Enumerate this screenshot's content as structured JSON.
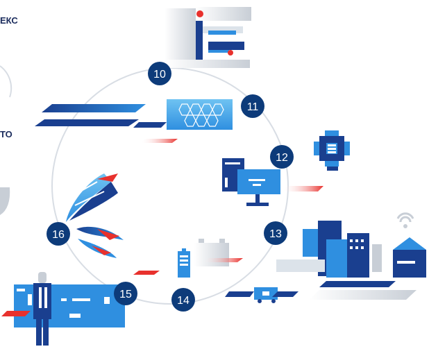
{
  "labels": {
    "top_left": "ЕКС",
    "mid_left": "ТО"
  },
  "steps": [
    {
      "number": "10",
      "icon": "medical-equipment-icon"
    },
    {
      "number": "11",
      "icon": "solar-panel-icon"
    },
    {
      "number": "12",
      "icon": "microchip-icon"
    },
    {
      "number": "13",
      "icon": "smart-city-icon"
    },
    {
      "number": "14",
      "icon": "battery-icon"
    },
    {
      "number": "15",
      "icon": "circuit-board-icon"
    },
    {
      "number": "16",
      "icon": "leaf-icon"
    }
  ],
  "colors": {
    "primary": "#1a3f8f",
    "circle": "#0d3b7a",
    "accent_blue": "#2f8fe0",
    "accent_red": "#e8312d",
    "ring": "#d8dde4"
  }
}
